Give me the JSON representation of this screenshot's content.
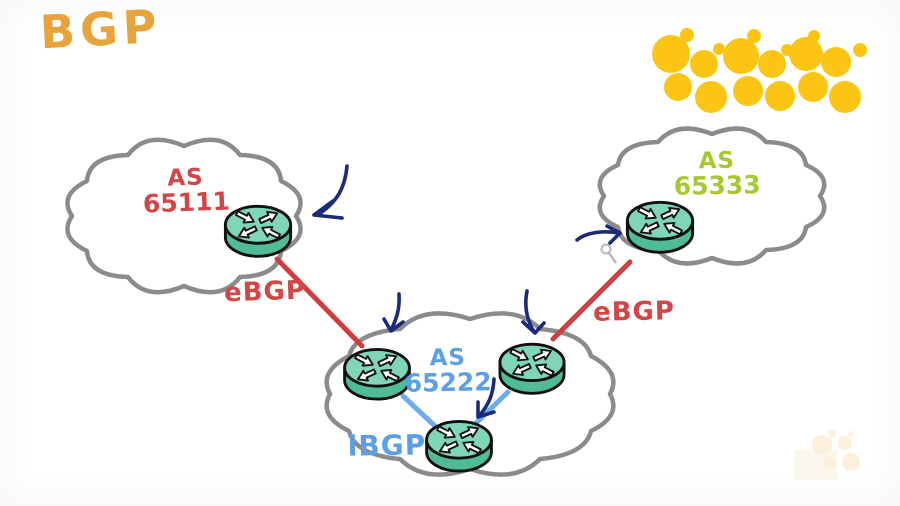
{
  "title": "BGP",
  "autonomous_systems": [
    {
      "id": "as65111",
      "label_prefix": "AS",
      "number": "65111",
      "position": "left-cloud",
      "text_color": "#d64545"
    },
    {
      "id": "as65222",
      "label_prefix": "AS",
      "number": "65222",
      "position": "center-cloud",
      "text_color": "#5b9fe6"
    },
    {
      "id": "as65333",
      "label_prefix": "AS",
      "number": "65333",
      "position": "right-cloud",
      "text_color": "#a6c832"
    }
  ],
  "links": {
    "ebgp_left_label": "eBGP",
    "ebgp_right_label": "eBGP",
    "ibgp_label": "iBGP"
  },
  "icons": [
    "router-icon-as65111",
    "router-icon-as65333",
    "router-icon-as65222-left",
    "router-icon-as65222-right",
    "router-icon-as65222-bottom",
    "annotation-arrow-left-cloud",
    "annotation-arrow-center-left",
    "annotation-arrow-center-right",
    "annotation-arrow-bottom-router",
    "annotation-arrow-right-cloud",
    "mouse-cursor-icon",
    "yellow-dots-decoration",
    "faint-dots-decoration"
  ],
  "colors": {
    "title_color": "#e8a33b",
    "red_text": "#d64545",
    "blue_text": "#5b9fe6",
    "green_text": "#a6c832",
    "ebgp_line": "#cf3d3d",
    "ibgp_line": "#6cabee",
    "annotation_arrow": "#1c2a7a",
    "cloud_stroke": "#8b8b8b",
    "router_top": "#7fd6b6",
    "router_side": "#4fbb97",
    "router_outline": "#101010",
    "dots": "#fdc513",
    "dots_faint": "#faf0dc"
  }
}
